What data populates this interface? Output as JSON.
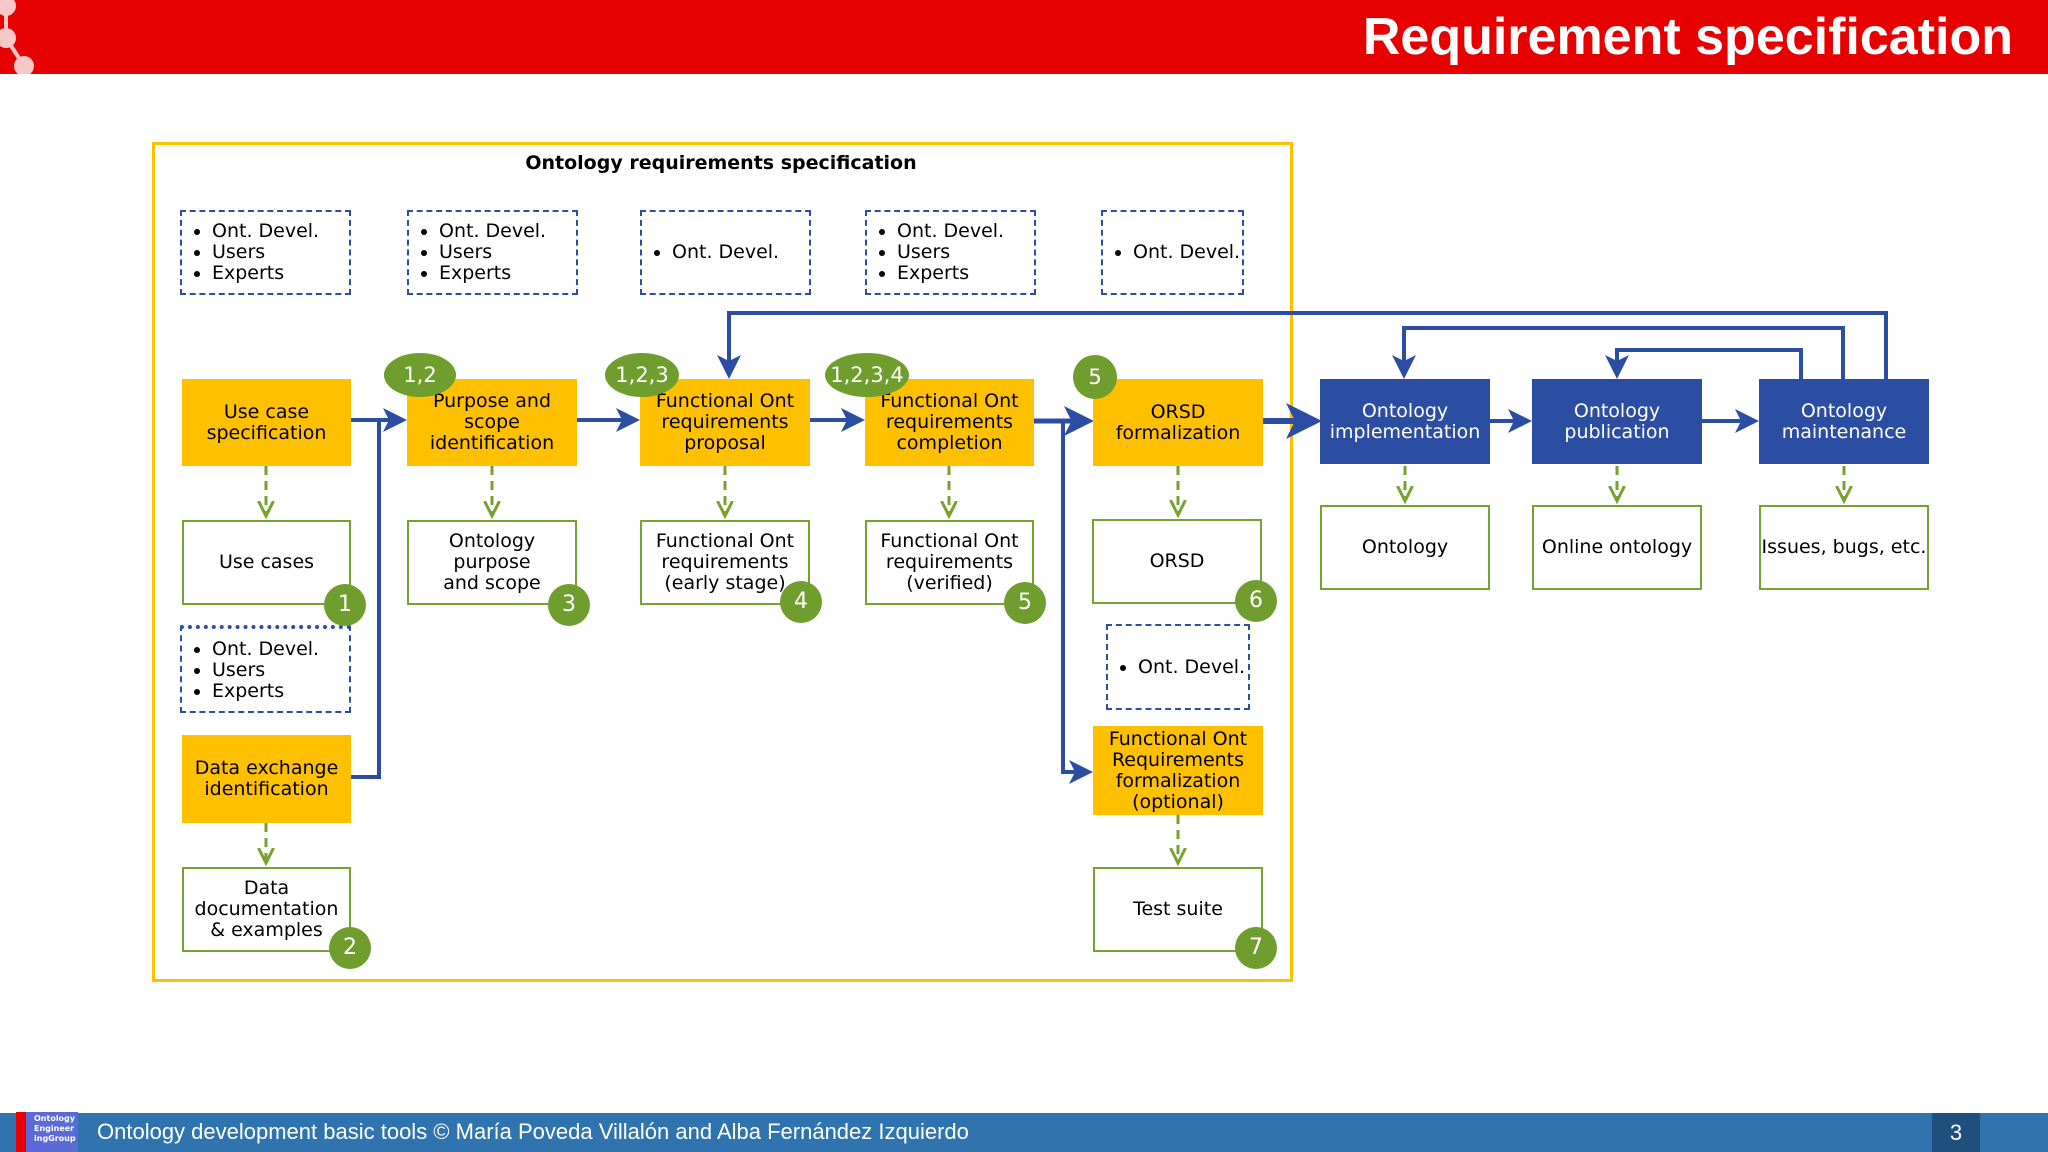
{
  "header": {
    "title": "Requirement specification"
  },
  "footer": {
    "text": "Ontology development basic tools  © María Poveda Villalón  and Alba Fernández Izquierdo",
    "page": "3",
    "logo_text": "Ontology\nEngineer\ningGroup"
  },
  "diagram": {
    "frame_title": "Ontology requirements specification",
    "actors": [
      [
        "Ont. Devel.",
        "Users",
        "Experts"
      ],
      [
        "Ont. Devel.",
        "Users",
        "Experts"
      ],
      [
        "Ont. Devel."
      ],
      [
        "Ont. Devel.",
        "Users",
        "Experts"
      ],
      [
        "Ont. Devel."
      ],
      [
        "Ont. Devel.",
        "Users",
        "Experts"
      ],
      [
        "Ont. Devel."
      ]
    ],
    "activities": {
      "use_case": "Use case\nspecification",
      "purpose": "Purpose and\nscope\nidentification",
      "proposal": "Functional Ont\nrequirements\nproposal",
      "completion": "Functional Ont\nrequirements\ncompletion",
      "orsd": "ORSD\nformalization",
      "data_exchange": "Data exchange\nidentification",
      "formalization": "Functional Ont\nRequirements\nformalization\n(optional)",
      "implementation": "Ontology\nimplementation",
      "publication": "Ontology\npublication",
      "maintenance": "Ontology\nmaintenance"
    },
    "outputs": {
      "use_cases": "Use cases",
      "purpose_scope": "Ontology purpose\nand scope",
      "early_stage": "Functional Ont\nrequirements\n(early stage)",
      "verified": "Functional Ont\nrequirements\n(verified)",
      "orsd": "ORSD",
      "data_doc": "Data\ndocumentation\n& examples",
      "test_suite": "Test suite",
      "ontology": "Ontology",
      "online": "Online ontology",
      "issues": "Issues, bugs, etc."
    },
    "output_badges": {
      "use_cases": "1",
      "data_doc": "2",
      "purpose_scope": "3",
      "early_stage": "4",
      "verified": "5",
      "orsd": "6",
      "test_suite": "7"
    },
    "input_badges": {
      "purpose": "1,2",
      "proposal": "1,2,3",
      "completion": "1,2,3,4",
      "orsd": "5"
    },
    "colors": {
      "activity": "#ffc000",
      "deployment": "#2b4ea2",
      "output_border": "#77a22f",
      "badge": "#6f9e2e",
      "header": "#e60000",
      "footer": "#2f74ae"
    }
  }
}
